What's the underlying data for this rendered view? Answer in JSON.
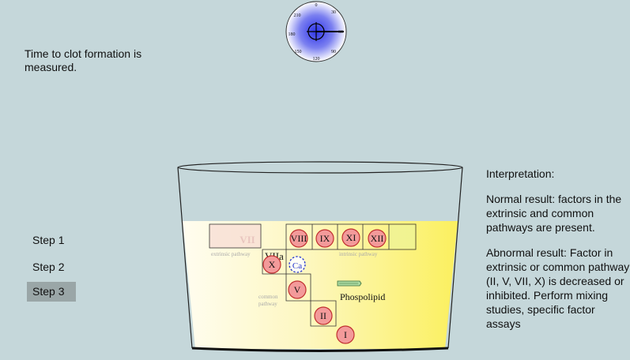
{
  "description": "Time to clot formation is measured.",
  "steps": [
    {
      "label": "Step 1",
      "active": false
    },
    {
      "label": "Step 2",
      "active": false
    },
    {
      "label": "Step 3",
      "active": true
    }
  ],
  "interpretation": {
    "heading": "Interpretation:",
    "normal": "Normal result: factors in the extrinsic and common pathways are present.",
    "abnormal": "Abnormal result: Factor in extrinsic or common pathway (II, V, VII, X) is decreased or inhibited. Perform mixing studies, specific factor assays"
  },
  "timer": {
    "labels": [
      "0",
      "30",
      "60",
      "90",
      "120",
      "150",
      "180",
      "210"
    ],
    "hand_value": 60
  },
  "diagram": {
    "vii": "VII",
    "extrinsic_label": "extrinsic pathway",
    "intrinsic_label": "intrinsic pathway",
    "common_label_1": "common",
    "common_label_2": "pathway",
    "viia": "VIIa",
    "ca": "Ca",
    "factors": {
      "viii": "VIII",
      "ix": "IX",
      "xi": "XI",
      "xii": "XII",
      "x": "X",
      "v": "V",
      "ii": "II",
      "i": "I"
    },
    "phospholipid": "Phospolipid"
  },
  "colors": {
    "background": "#c5d7da",
    "factor_fill": "#f39a9a",
    "factor_stroke": "#c03030",
    "liquid_yellow": "#fbf36a",
    "timer_blue": "#2e35e8"
  }
}
